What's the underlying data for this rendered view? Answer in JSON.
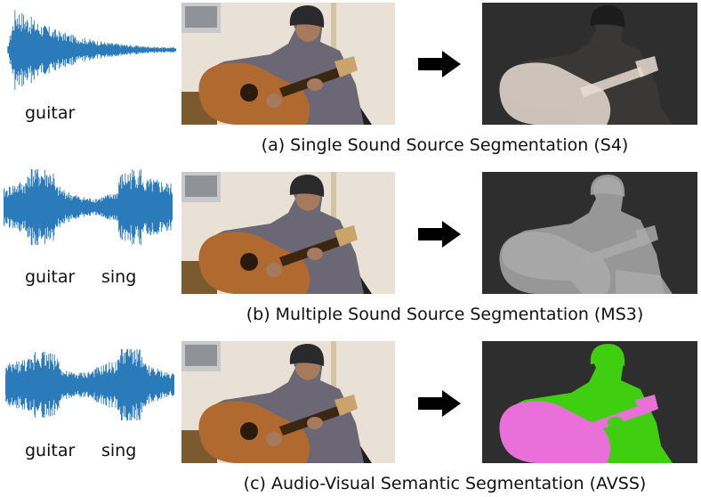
{
  "rows": [
    {
      "wave_labels": [
        "guitar"
      ],
      "caption": "(a) Single Sound Source Segmentation (S4)"
    },
    {
      "wave_labels": [
        "guitar",
        "sing"
      ],
      "caption": "(b) Multiple Sound Source Segmentation (MS3)"
    },
    {
      "wave_labels": [
        "guitar",
        "sing"
      ],
      "caption": "(c) Audio-Visual Semantic Segmentation (AVSS)"
    }
  ],
  "colors": {
    "waveform": "#2b7bba",
    "mask_s4_guitar": "#e9dcd2",
    "mask_ms3": "#a9a9a9",
    "mask_avss_person": "#3fcf10",
    "mask_avss_guitar": "#e96fd9",
    "arrow": "#000000"
  },
  "icons": [
    "waveform-icon",
    "photo-scene",
    "arrow-right-icon",
    "segmentation-mask"
  ]
}
